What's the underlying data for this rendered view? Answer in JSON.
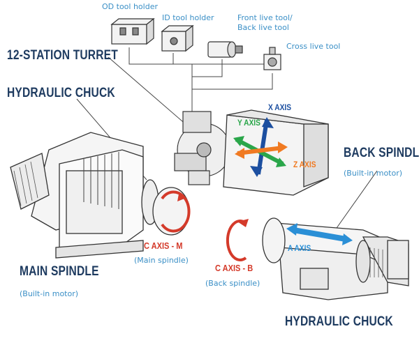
{
  "tool_holders": {
    "od": "OD tool holder",
    "id": "ID tool holder",
    "front_live_line1": "Front live tool/",
    "front_live_line2": "Back live tool",
    "cross": "Cross live tool"
  },
  "turret": {
    "label": "12-STATION TURRET"
  },
  "main_side": {
    "chuck_label": "HYDRAULIC CHUCK",
    "spindle_label": "MAIN SPINDLE",
    "spindle_sub": "(Built-in motor)",
    "c_axis_label": "C AXIS - M",
    "c_axis_sub": "(Main spindle)"
  },
  "back_side": {
    "spindle_label": "BACK SPINDLE",
    "spindle_sub": "(Built-in motor)",
    "c_axis_label": "C AXIS - B",
    "c_axis_sub": "(Back spindle)",
    "chuck_label": "HYDRAULIC CHUCK",
    "a_axis_label": "A AXIS"
  },
  "axes": {
    "x": "X AXIS",
    "y": "Y AXIS",
    "z": "Z AXIS"
  },
  "colors": {
    "navy_text": "#1d3a5f",
    "blue_text": "#3a8fc6",
    "red": "#d43a2a",
    "x_axis_blue": "#1c4fa0",
    "y_axis_green": "#2aa64a",
    "z_axis_orange": "#f07a22",
    "a_axis_blue": "#2a8fd6"
  }
}
